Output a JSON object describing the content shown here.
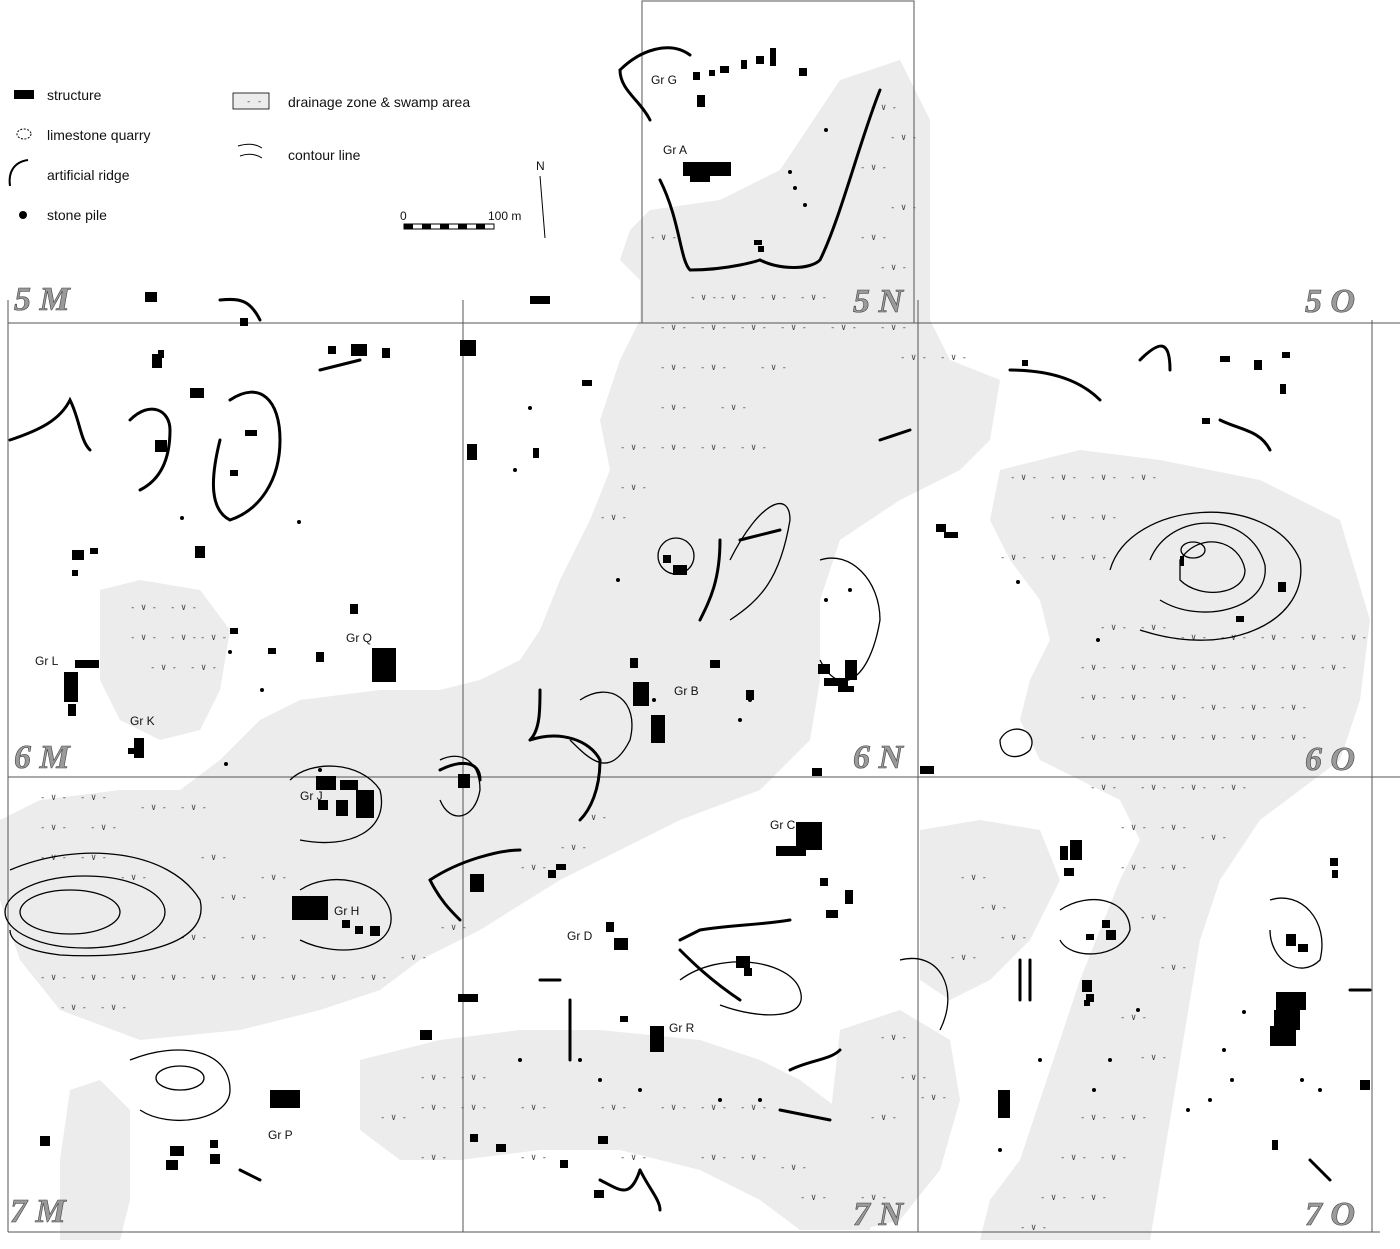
{
  "legend": {
    "structure": "structure",
    "quarry": "limestone quarry",
    "ridge": "artificial ridge",
    "stone_pile": "stone pile",
    "drainage": "drainage zone & swamp area",
    "contour": "contour line"
  },
  "north_label": "N",
  "scale": {
    "start": "0",
    "end": "100 m"
  },
  "grid_labels": {
    "5M": "5 M",
    "5N": "5 N",
    "5O": "5 O",
    "6M": "6 M",
    "6N": "6 N",
    "6O": "6 O",
    "7M": "7 M",
    "7N": "7 N",
    "7O": "7 O"
  },
  "groups": {
    "A": "Gr A",
    "B": "Gr B",
    "C": "Gr C",
    "D": "Gr D",
    "G": "Gr G",
    "H": "Gr H",
    "J": "Gr J",
    "K": "Gr K",
    "L": "Gr L",
    "P": "Gr P",
    "Q": "Gr Q",
    "R": "Gr R"
  },
  "colors": {
    "swamp_fill": "#ececec",
    "structure": "#000000",
    "grid_line": "#555555",
    "grid_label": "#9a9a9a"
  }
}
